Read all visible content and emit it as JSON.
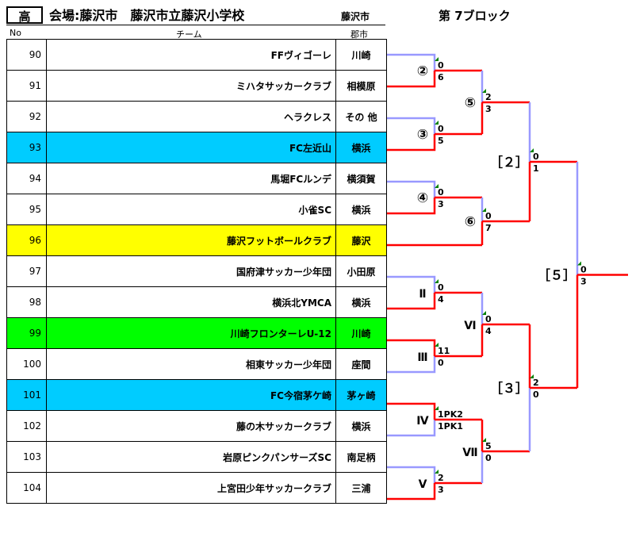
{
  "header": {
    "grade": "高",
    "venue": "会場:藤沢市　藤沢市立藤沢小学校",
    "city": "藤沢市",
    "block": "第 7ブロック"
  },
  "columns": {
    "no": "No",
    "team": "チーム",
    "city": "郡市"
  },
  "teams": [
    {
      "no": "90",
      "name": "FFヴィゴーレ",
      "city": "川崎",
      "highlight": "#ffffff"
    },
    {
      "no": "91",
      "name": "ミハタサッカークラブ",
      "city": "相模原",
      "highlight": "#ffffff"
    },
    {
      "no": "92",
      "name": "ヘラクレス",
      "city": "その 他",
      "highlight": "#ffffff"
    },
    {
      "no": "93",
      "name": "FC左近山",
      "city": "横浜",
      "highlight": "#00ccff"
    },
    {
      "no": "94",
      "name": "馬堀FCルンデ",
      "city": "横須賀",
      "highlight": "#ffffff"
    },
    {
      "no": "95",
      "name": "小雀SC",
      "city": "横浜",
      "highlight": "#ffffff"
    },
    {
      "no": "96",
      "name": "藤沢フットボールクラブ",
      "city": "藤沢",
      "highlight": "#ffff00"
    },
    {
      "no": "97",
      "name": "国府津サッカー少年団",
      "city": "小田原",
      "highlight": "#ffffff"
    },
    {
      "no": "98",
      "name": "横浜北YMCA",
      "city": "横浜",
      "highlight": "#ffffff"
    },
    {
      "no": "99",
      "name": "川崎フロンターレU-12",
      "city": "川崎",
      "highlight": "#00ff00"
    },
    {
      "no": "100",
      "name": "相東サッカー少年団",
      "city": "座間",
      "highlight": "#ffffff"
    },
    {
      "no": "101",
      "name": "FC今宿茅ケ崎",
      "city": "茅ヶ崎",
      "highlight": "#00ccff"
    },
    {
      "no": "102",
      "name": "藤の木サッカークラブ",
      "city": "横浜",
      "highlight": "#ffffff"
    },
    {
      "no": "103",
      "name": "岩原ピンクパンサーズSC",
      "city": "南足柄",
      "highlight": "#ffffff"
    },
    {
      "no": "104",
      "name": "上宮田少年サッカークラブ",
      "city": "三浦",
      "highlight": "#ffffff"
    }
  ],
  "colors": {
    "winner": "#ff0000",
    "loser": "#9999ff",
    "marker": "#008000"
  },
  "matches": [
    {
      "id": "m2",
      "label": "②",
      "top_score": "0",
      "bottom_score": "6"
    },
    {
      "id": "m3",
      "label": "③",
      "top_score": "0",
      "bottom_score": "5"
    },
    {
      "id": "m4",
      "label": "④",
      "top_score": "0",
      "bottom_score": "3"
    },
    {
      "id": "m5",
      "label": "⑤",
      "top_score": "2",
      "bottom_score": "3"
    },
    {
      "id": "m6",
      "label": "⑥",
      "top_score": "0",
      "bottom_score": "7"
    },
    {
      "id": "mII",
      "label": "Ⅱ",
      "top_score": "0",
      "bottom_score": "4"
    },
    {
      "id": "mIII",
      "label": "Ⅲ",
      "top_score": "11",
      "bottom_score": "0"
    },
    {
      "id": "mIV",
      "label": "Ⅳ",
      "top_score": "1PK2",
      "bottom_score": "1PK1"
    },
    {
      "id": "mV",
      "label": "Ⅴ",
      "top_score": "2",
      "bottom_score": "3"
    },
    {
      "id": "mVI",
      "label": "Ⅵ",
      "top_score": "0",
      "bottom_score": "4"
    },
    {
      "id": "mVII",
      "label": "Ⅶ",
      "top_score": "5",
      "bottom_score": "0"
    },
    {
      "id": "sf2",
      "label": "［２］",
      "top_score": "0",
      "bottom_score": "1"
    },
    {
      "id": "sf3",
      "label": "［３］",
      "top_score": "2",
      "bottom_score": "0"
    },
    {
      "id": "final",
      "label": "［５］",
      "top_score": "0",
      "bottom_score": "3"
    }
  ]
}
